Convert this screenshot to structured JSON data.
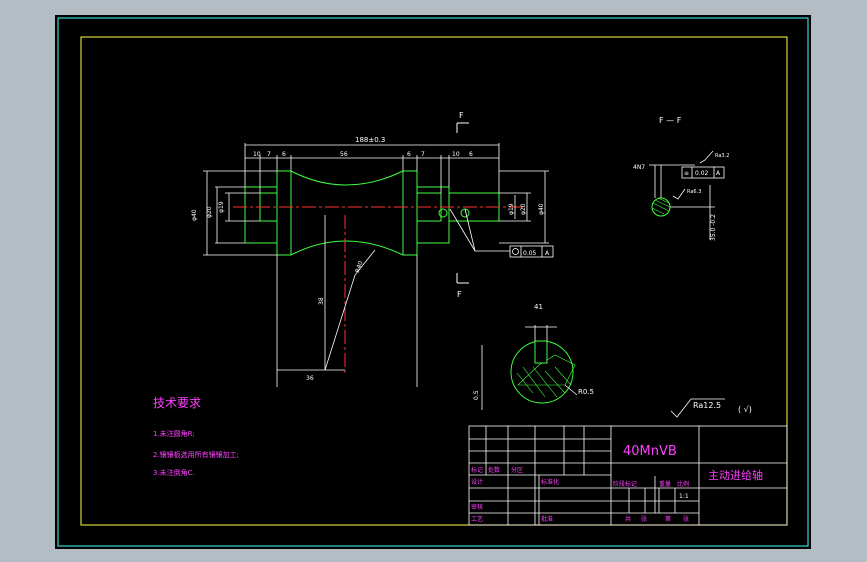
{
  "drawing": {
    "title": "主动进给轴",
    "material": "40MnVB",
    "section_label": "F — F",
    "section_mark": "F",
    "surface_finish": "Ra12.5",
    "surface_finish_other": "(  √)",
    "tech_requirements": {
      "heading": "技术要求",
      "items": [
        "1.未注圆角R;",
        "2.镶镶板选用所有镶镶加工;",
        "3.未注倒角C."
      ]
    },
    "dimensions": {
      "overall_length": "188±0.3",
      "d40_left": "φ40",
      "d20_left": "φ20",
      "d19_left": "φ19",
      "d40_right": "φ40",
      "d20_right": "φ20",
      "d19_right": "φ19",
      "seg_10": "10",
      "seg_7": "7",
      "seg_6": "6",
      "seg_56": "56",
      "seg_6b": "6",
      "seg_7b": "7",
      "seg_10b": "10",
      "seg_6c": "6",
      "r_40": "R40",
      "d_36": "36",
      "d_38": "38",
      "keyway_width": "4N7",
      "keyway_depth": "35.0 -0.2",
      "ra_key": "Ra3.2",
      "ra_key2": "Ra6.3",
      "tol_sym": "0.02",
      "tol_datum": "A",
      "tol_circ": "0.05",
      "tol_circ_datum": "A",
      "detail_41": "41",
      "detail_r05": "R0.5",
      "detail_05": "0.5"
    },
    "title_block": {
      "row_labels": [
        "标记",
        "处数",
        "分区",
        "设计",
        "标准化",
        "审核",
        "工艺",
        "批准"
      ],
      "stage_labels": [
        "阶段标记",
        "重量",
        "比例"
      ],
      "sheet_labels": [
        "共",
        "张",
        "第",
        "张"
      ],
      "scale": "1:1"
    }
  }
}
